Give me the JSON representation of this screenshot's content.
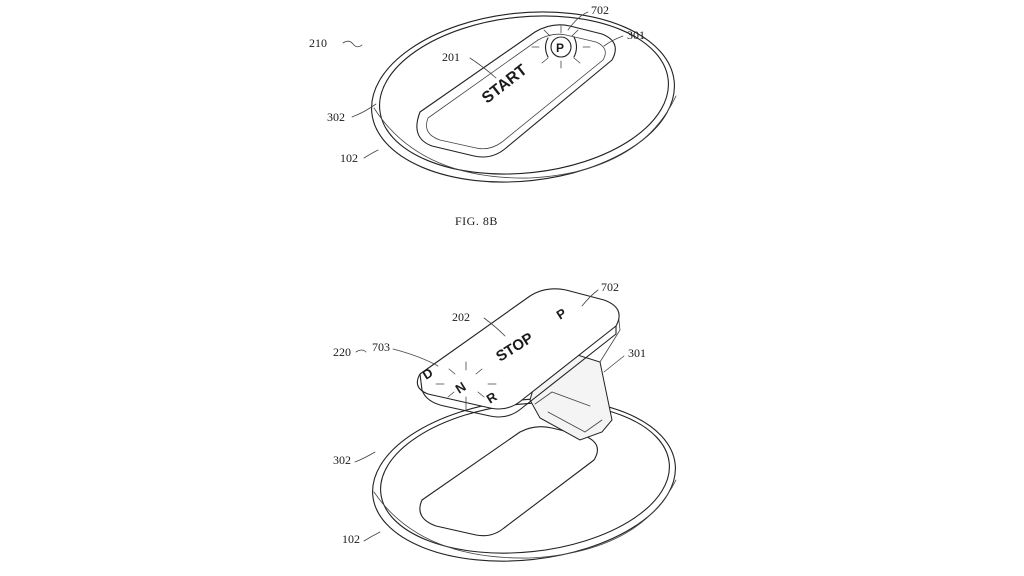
{
  "figure_top": {
    "view_ref": "210",
    "refs": {
      "r201": "201",
      "r702": "702",
      "r301": "301",
      "r302": "302",
      "r102": "102"
    },
    "button_label": "START",
    "indicator_label": "P"
  },
  "caption_top": "FIG. 8B",
  "figure_bottom": {
    "view_ref": "220",
    "refs": {
      "r702": "702",
      "r202": "202",
      "r703": "703",
      "r301": "301",
      "r302": "302",
      "r102": "102"
    },
    "button_label": "STOP",
    "gears": {
      "p": "P",
      "d": "D",
      "n": "N",
      "r": "R"
    }
  }
}
